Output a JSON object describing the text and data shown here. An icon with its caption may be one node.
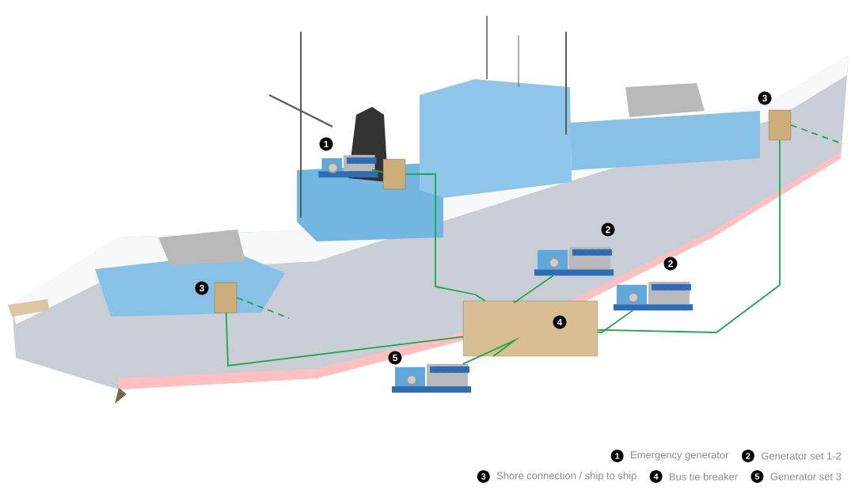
{
  "diagram": {
    "nodes": [
      {
        "text": [],
        "shape": "picture",
        "beside": [
          "1"
        ]
      },
      {
        "text": [],
        "shape": "box"
      },
      {
        "text": [],
        "shape": "box",
        "beside": [
          "3"
        ]
      },
      {
        "text": [],
        "shape": "picture",
        "beside": [
          "2"
        ]
      },
      {
        "text": [],
        "shape": "picture",
        "beside": [
          "2"
        ]
      },
      {
        "text": [],
        "shape": "box",
        "beside": [
          "3"
        ]
      },
      {
        "text": [
          "4"
        ]
      },
      {
        "text": [],
        "shape": "picture",
        "beside": [
          "5"
        ]
      }
    ],
    "edges": [
      {
        "from": 0,
        "to": 1,
        "arrow": "none"
      },
      {
        "from": 1,
        "to": 6,
        "arrow": "none"
      },
      {
        "from": 2,
        "to": 6,
        "arrow": "none"
      },
      {
        "from": 3,
        "to": 6,
        "arrow": "none"
      },
      {
        "from": 4,
        "to": 6,
        "arrow": "none"
      },
      {
        "from": 5,
        "to": 6,
        "arrow": "none"
      },
      {
        "from": 7,
        "to": 6,
        "arrow": "none"
      },
      {
        "from": 2,
        "to": null,
        "arrow": "none",
        "style": "dashed"
      },
      {
        "from": 5,
        "to": null,
        "arrow": "none",
        "style": "dashed"
      }
    ],
    "labels": [
      "1",
      "2",
      "3",
      "4",
      "5"
    ],
    "legend": [
      {
        "text": "Emergency generator"
      },
      {
        "text": "Generator set 1-2"
      },
      {
        "text": "Shore connection / ship to ship"
      },
      {
        "text": "Bus tie breaker"
      },
      {
        "text": "Generator set 3"
      }
    ]
  }
}
